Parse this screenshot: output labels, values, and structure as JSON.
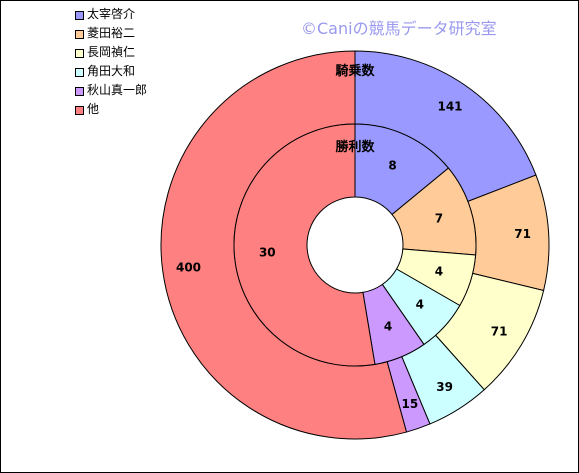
{
  "watermark": "©Caniの競馬データ研究室",
  "chart_data": {
    "type": "doughnut",
    "categories": [
      "太宰啓介",
      "菱田裕二",
      "長岡禎仁",
      "角田大和",
      "秋山真一郎",
      "他"
    ],
    "colors": [
      "#9999ff",
      "#ffcc99",
      "#ffffcc",
      "#ccffff",
      "#cc99ff",
      "#ff8080"
    ],
    "series": [
      {
        "name": "騎乗数",
        "values": [
          141,
          71,
          71,
          39,
          15,
          400
        ]
      },
      {
        "name": "勝利数",
        "values": [
          8,
          7,
          4,
          4,
          4,
          30
        ]
      }
    ],
    "legend_position": "top-left"
  }
}
